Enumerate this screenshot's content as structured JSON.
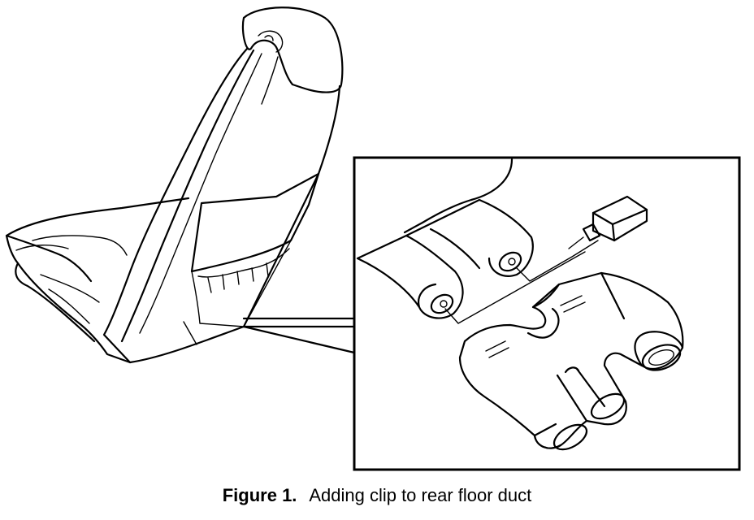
{
  "figure": {
    "caption_label": "Figure 1.",
    "caption_text": "Adding clip to rear floor duct"
  },
  "illustration": {
    "subject": "seat",
    "detail_subject": "rear floor duct",
    "detail_item": "clip"
  }
}
